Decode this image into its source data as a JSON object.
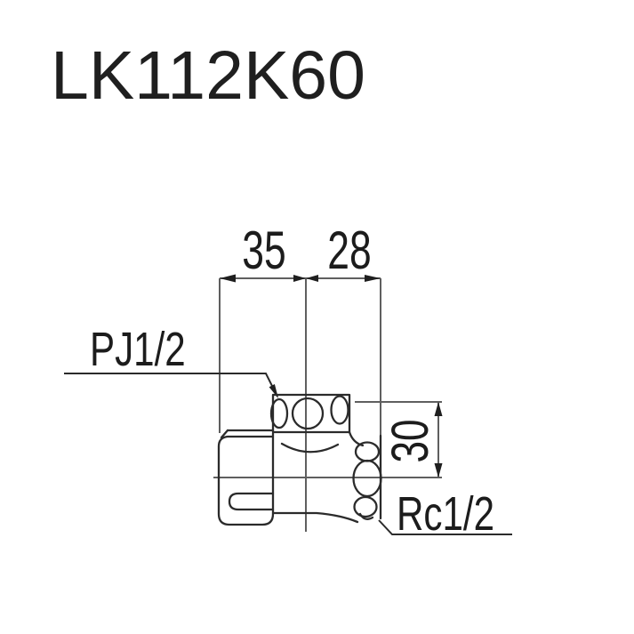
{
  "title": "LK112K60",
  "dimensions": {
    "horizontal_left": "35",
    "horizontal_right": "28",
    "vertical_right": "30"
  },
  "labels": {
    "top_connection": "PJ1/2",
    "bottom_connection": "Rc1/2"
  },
  "colors": {
    "background": "#ffffff",
    "part_line": "#2b2b2b",
    "dimension_line": "#5f5f5f",
    "text": "#1c1c1c"
  }
}
